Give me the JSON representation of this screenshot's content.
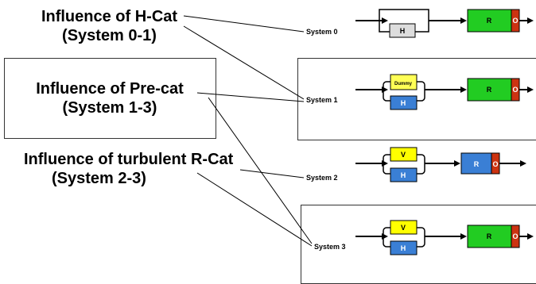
{
  "influences": {
    "hcat": {
      "line1": "Influence of H-Cat",
      "line2": "(System 0-1)"
    },
    "precat": {
      "line1": "Influence of Pre-cat",
      "line2": "(System 1-3)"
    },
    "rcat": {
      "line1": "Influence of turbulent R-Cat",
      "line2": "(System 2-3)"
    }
  },
  "systems": [
    {
      "label": "System 0",
      "top_box": "",
      "bottom_box": "H",
      "reactor": "R",
      "outlet": "O",
      "reactor_color": "#22cc22"
    },
    {
      "label": "System 1",
      "top_box": "Dummy",
      "bottom_box": "H",
      "reactor": "R",
      "outlet": "O",
      "reactor_color": "#22cc22"
    },
    {
      "label": "System 2",
      "top_box": "V",
      "bottom_box": "H",
      "reactor": "R",
      "outlet": "O",
      "reactor_color": "#3a7fd5"
    },
    {
      "label": "System 3",
      "top_box": "V",
      "bottom_box": "H",
      "reactor": "R",
      "outlet": "O",
      "reactor_color": "#22cc22"
    }
  ],
  "colors": {
    "h_box": "#3a7fd5",
    "h_box_plain": "#dddddd",
    "dummy_box": "#ffff55",
    "v_box": "#ffff00",
    "outlet": "#cc3311",
    "green_reactor": "#22cc22",
    "blue_reactor": "#3a7fd5"
  }
}
